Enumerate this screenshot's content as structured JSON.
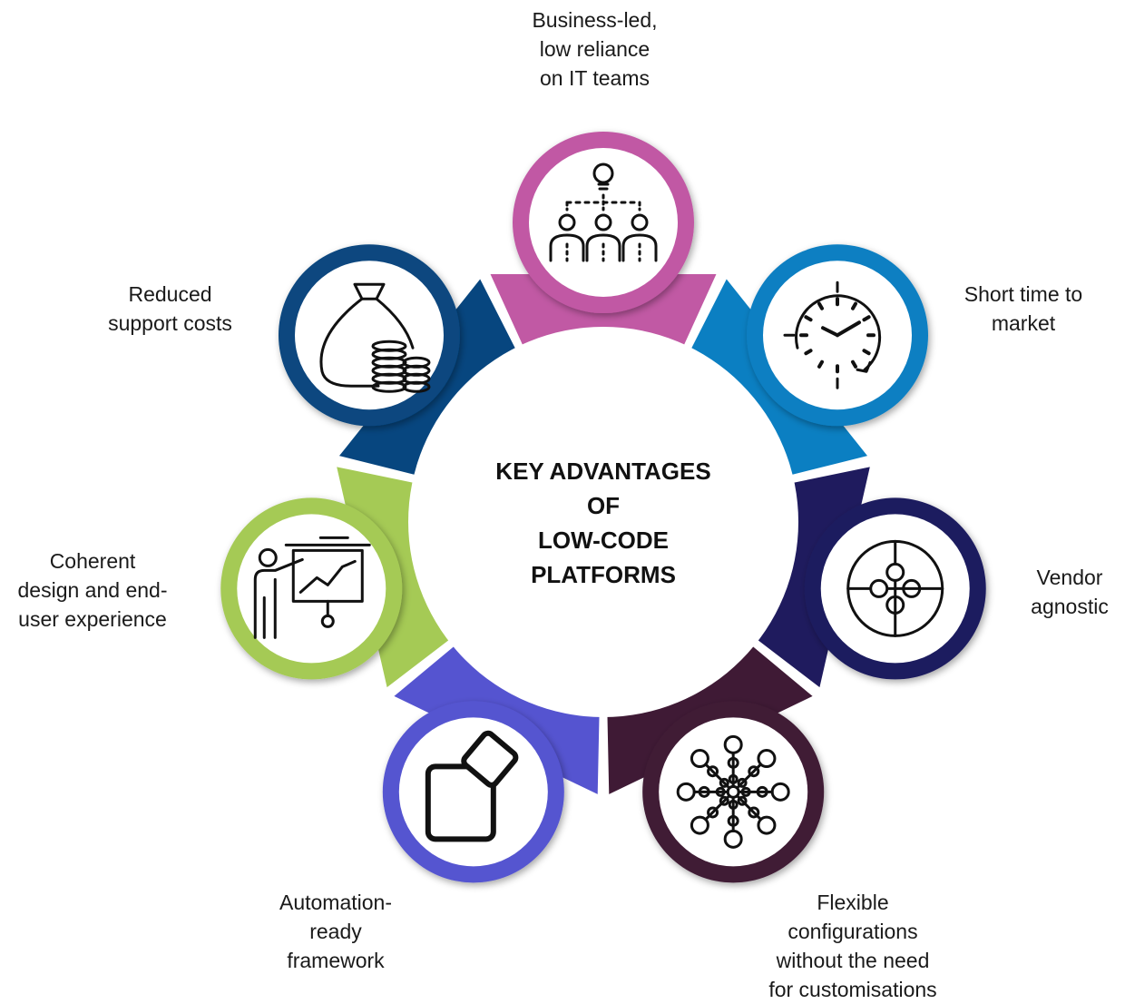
{
  "diagram": {
    "center_title": "KEY ADVANTAGES\nOF\nLOW-CODE\nPLATFORMS",
    "center_color": "#ffffff",
    "items": [
      {
        "label": "Business-led,\nlow reliance\non IT teams",
        "color": "#c159a4",
        "icon": "team-idea-icon"
      },
      {
        "label": "Short time to\nmarket",
        "color": "#0b7fc2",
        "icon": "clock-icon"
      },
      {
        "label": "Vendor\nagnostic",
        "color": "#1f1b5e",
        "icon": "puzzle-icon"
      },
      {
        "label": "Flexible\nconfigurations\nwithout the need\nfor customisations",
        "color": "#3f1a35",
        "icon": "network-icon"
      },
      {
        "label": "Automation-\nready\nframework",
        "color": "#5554d0",
        "icon": "squares-icon"
      },
      {
        "label": "Coherent\ndesign and end-\nuser experience",
        "color": "#a5ca55",
        "icon": "presentation-icon"
      },
      {
        "label": "Reduced\nsupport costs",
        "color": "#07467f",
        "icon": "money-bag-icon"
      }
    ]
  }
}
